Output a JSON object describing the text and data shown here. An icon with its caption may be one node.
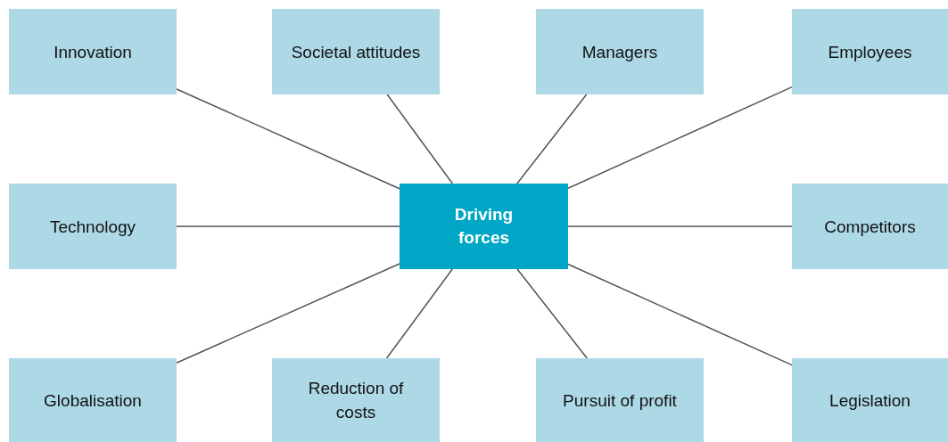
{
  "diagram": {
    "nodes": [
      {
        "text": [
          "Innovation"
        ]
      },
      {
        "text": [
          "Societal attitudes"
        ]
      },
      {
        "text": [
          "Managers"
        ]
      },
      {
        "text": [
          "Employees"
        ]
      },
      {
        "text": [
          "Technology"
        ]
      },
      {
        "text": [
          "Driving forces"
        ]
      },
      {
        "text": [
          "Competitors"
        ]
      },
      {
        "text": [
          "Globalisation"
        ]
      },
      {
        "text": [
          "Reduction of costs"
        ]
      },
      {
        "text": [
          "Pursuit of profit"
        ]
      },
      {
        "text": [
          "Legislation"
        ]
      }
    ],
    "edges": [
      {
        "from": 5,
        "to": 0,
        "arrow": "none"
      },
      {
        "from": 5,
        "to": 1,
        "arrow": "none"
      },
      {
        "from": 5,
        "to": 2,
        "arrow": "none"
      },
      {
        "from": 5,
        "to": 3,
        "arrow": "none"
      },
      {
        "from": 5,
        "to": 4,
        "arrow": "none"
      },
      {
        "from": 5,
        "to": 6,
        "arrow": "none"
      },
      {
        "from": 5,
        "to": 7,
        "arrow": "none"
      },
      {
        "from": 5,
        "to": 8,
        "arrow": "none"
      },
      {
        "from": 5,
        "to": 9,
        "arrow": "none"
      },
      {
        "from": 5,
        "to": 10,
        "arrow": "none"
      }
    ]
  }
}
